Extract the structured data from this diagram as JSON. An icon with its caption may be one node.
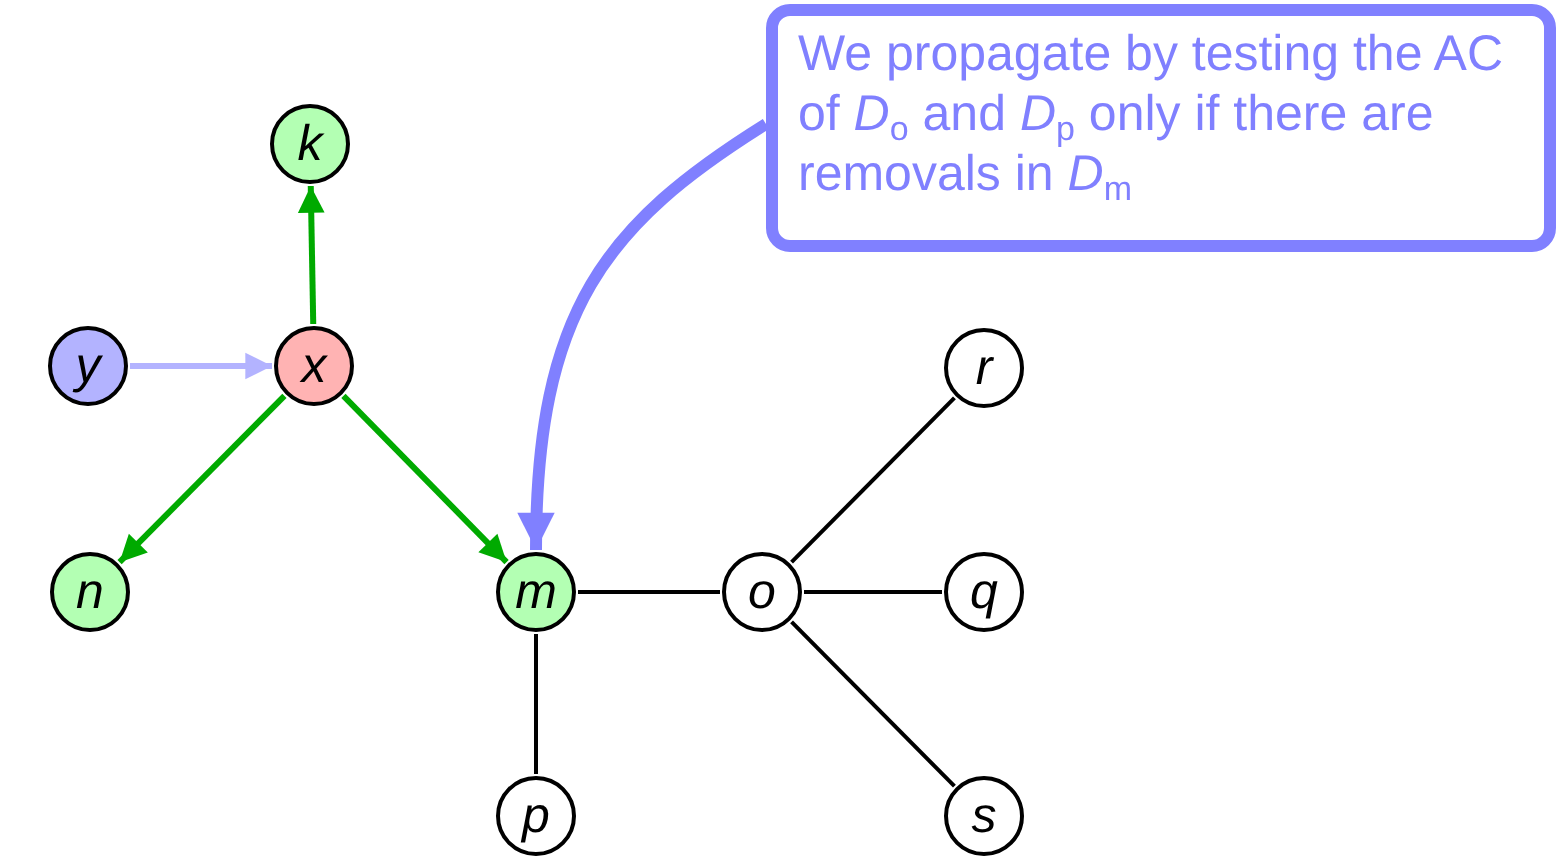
{
  "diagram": {
    "nodes": [
      {
        "text": [
          "k"
        ]
      },
      {
        "text": [
          "We propagate by testing the AC of *D*$_{o}$ and *D*$_{p}$ only if there are removals in *D*$_{m}$"
        ]
      },
      {
        "text": [
          "y"
        ]
      },
      {
        "text": [
          "x"
        ]
      },
      {
        "text": [
          "r"
        ]
      },
      {
        "text": [
          "n"
        ]
      },
      {
        "text": [
          "m"
        ]
      },
      {
        "text": [
          "o"
        ]
      },
      {
        "text": [
          "q"
        ]
      },
      {
        "text": [
          "p"
        ]
      },
      {
        "text": [
          "s"
        ]
      }
    ],
    "edges": [
      {
        "from": 3,
        "to": 0,
        "arrow": "to",
        "color": "#00aa00"
      },
      {
        "from": 2,
        "to": 3,
        "arrow": "to",
        "color": "#b3b3ff"
      },
      {
        "from": 3,
        "to": 5,
        "arrow": "to",
        "color": "#00aa00"
      },
      {
        "from": 3,
        "to": 6,
        "arrow": "to",
        "color": "#00aa00"
      },
      {
        "from": 1,
        "to": 6,
        "arrow": "to",
        "style": "thick",
        "color": "#8080ff"
      },
      {
        "from": 6,
        "to": 7,
        "arrow": "none"
      },
      {
        "from": 6,
        "to": 9,
        "arrow": "none"
      },
      {
        "from": 7,
        "to": 4,
        "arrow": "none"
      },
      {
        "from": 7,
        "to": 8,
        "arrow": "none"
      },
      {
        "from": 7,
        "to": 10,
        "arrow": "none"
      }
    ]
  }
}
